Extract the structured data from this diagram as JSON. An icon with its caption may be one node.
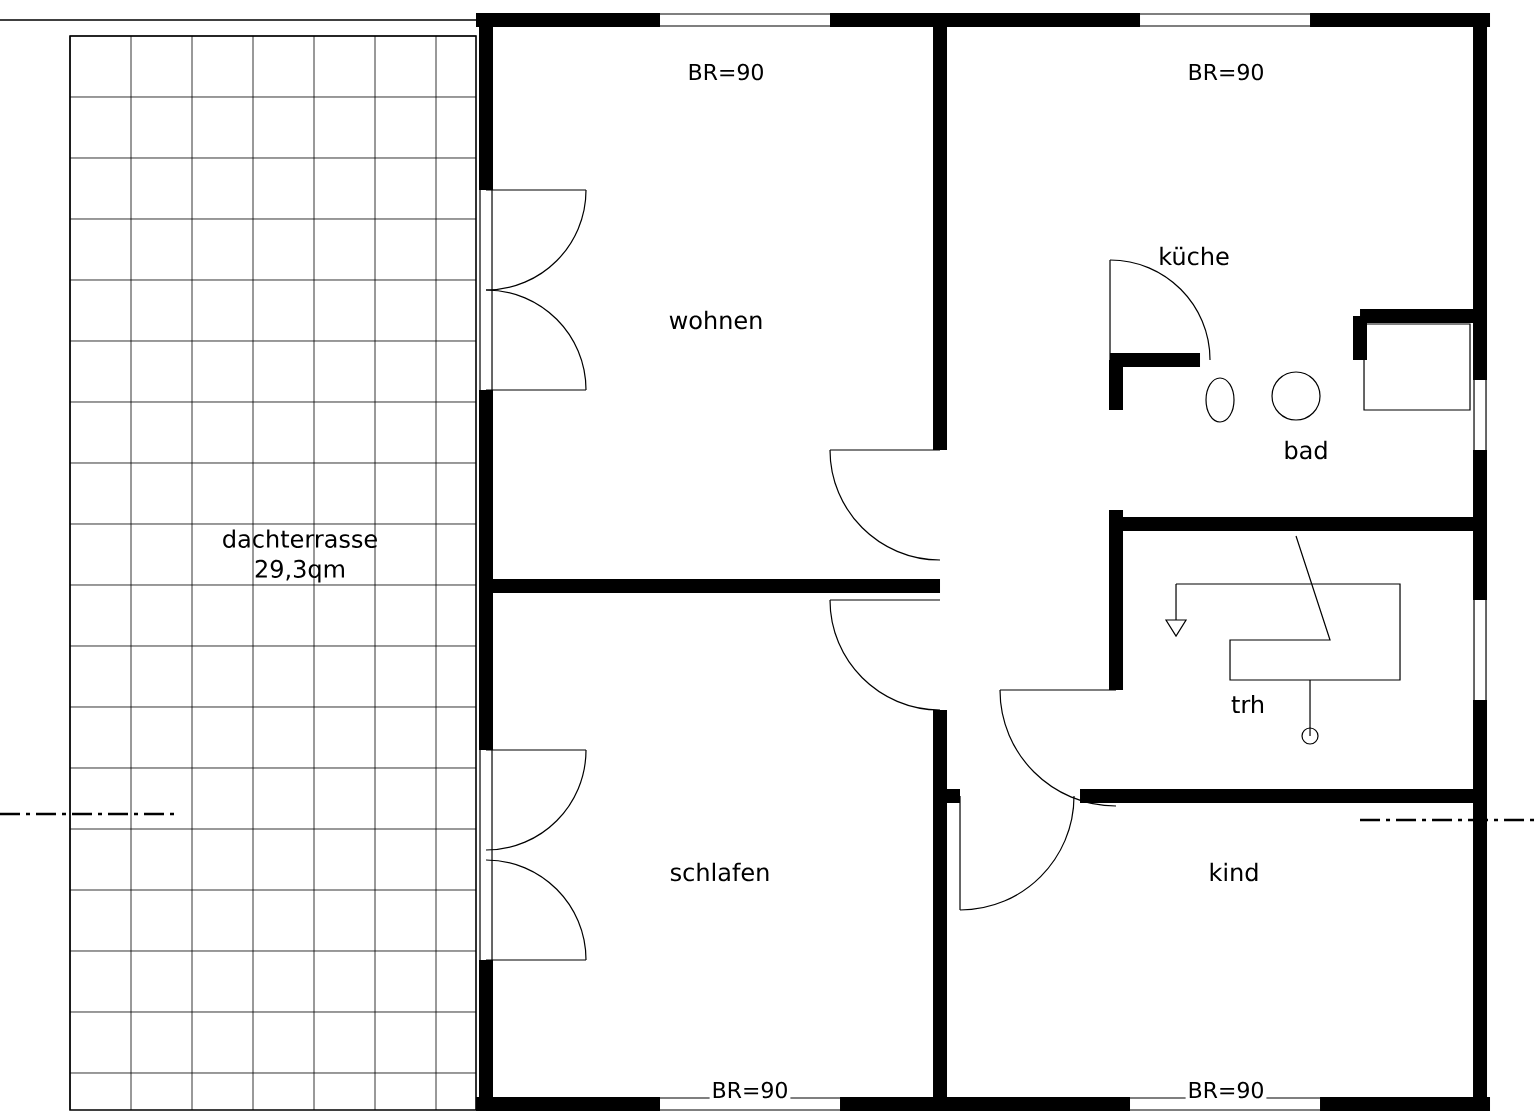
{
  "diagram": {
    "nodes": [
      {
        "text": [
          "dachterrasse 29,3qm"
        ]
      },
      {
        "text": [
          "wohnen"
        ]
      },
      {
        "text": [
          "küche"
        ]
      },
      {
        "text": [
          "bad"
        ]
      },
      {
        "text": [
          "trh"
        ]
      },
      {
        "text": [
          "schlafen"
        ]
      },
      {
        "text": [
          "kind"
        ]
      }
    ],
    "labels": [
      "BR=90",
      "BR=90",
      "BR=90",
      "BR=90"
    ]
  }
}
